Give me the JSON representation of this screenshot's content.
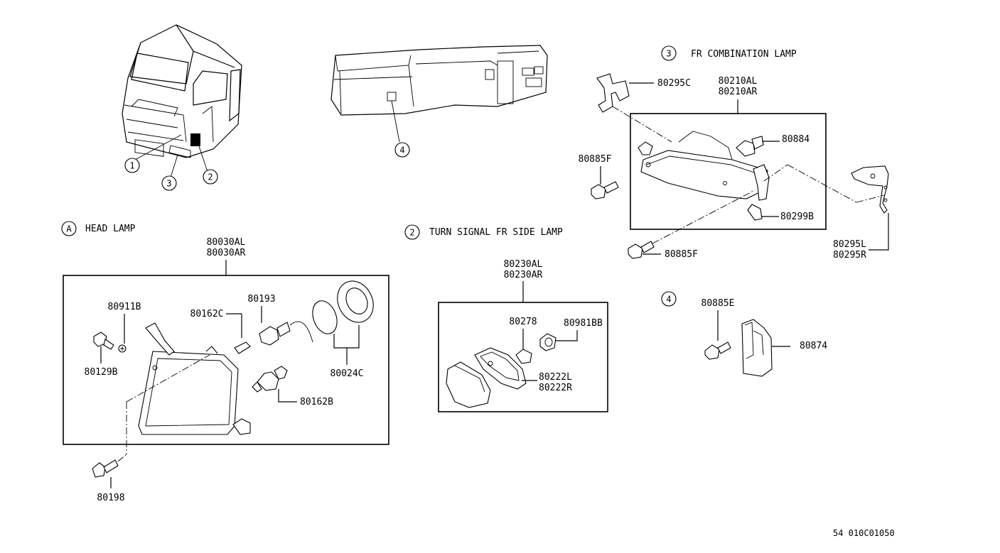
{
  "callouts": {
    "c1": "1",
    "c2": "2",
    "c3": "3",
    "c4": "4",
    "cA": "A"
  },
  "sections": {
    "head_lamp": {
      "marker": "A",
      "title": "HEAD LAMP"
    },
    "turn_signal": {
      "marker": "2",
      "title": "TURN SIGNAL FR SIDE LAMP"
    },
    "combination": {
      "marker": "3",
      "title": "FR COMBINATION LAMP"
    },
    "section4": {
      "marker": "4"
    }
  },
  "parts": {
    "p80030": [
      "80030AL",
      "80030AR"
    ],
    "p80911B": "80911B",
    "p80129B": "80129B",
    "p80162C": "80162C",
    "p80193": "80193",
    "p80024C": "80024C",
    "p80162B": "80162B",
    "p80198": "80198",
    "p80230": [
      "80230AL",
      "80230AR"
    ],
    "p80278": "80278",
    "p80981BB": "80981BB",
    "p80222": [
      "80222L",
      "80222R"
    ],
    "p80295C": "80295C",
    "p80210": [
      "80210AL",
      "80210AR"
    ],
    "p80884": "80884",
    "p80885F_a": "80885F",
    "p80885F_b": "80885F",
    "p80299B": "80299B",
    "p80295": [
      "80295L",
      "80295R"
    ],
    "p80885E": "80885E",
    "p80874": "80874"
  },
  "footer": {
    "code": "54 010C01050"
  }
}
